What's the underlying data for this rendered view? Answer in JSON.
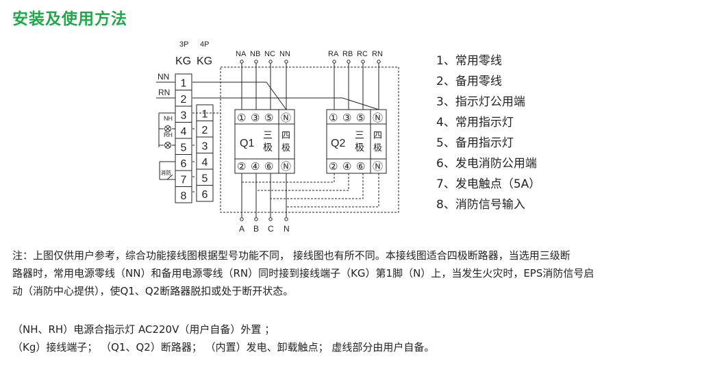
{
  "title": "安装及使用方法",
  "diagram": {
    "header_3p": "3P",
    "header_4p": "4P",
    "header_kg_left": "KG",
    "header_kg_right": "KG",
    "left_labels": {
      "nn": "NN",
      "rn": "RN",
      "nh": "NH",
      "rh": "RH",
      "fire": "消防"
    },
    "left_terminals": [
      "1",
      "2",
      "3",
      "4",
      "5",
      "6",
      "7",
      "8"
    ],
    "right_terminals": [
      "1",
      "2",
      "3",
      "4",
      "5",
      "6"
    ],
    "top_q1_labels": [
      "NA",
      "NB",
      "NC",
      "NN"
    ],
    "top_q2_labels": [
      "RA",
      "RB",
      "RC",
      "RN"
    ],
    "bottom_labels": [
      "A",
      "B",
      "C",
      "N"
    ],
    "q1": {
      "name": "Q1",
      "three_pole": [
        "三",
        "极"
      ],
      "four_pole": [
        "四",
        "极"
      ],
      "top_circles": [
        "①",
        "③",
        "⑤",
        "Ⓝ"
      ],
      "bottom_circles": [
        "②",
        "④",
        "⑥",
        "Ⓝ"
      ]
    },
    "q2": {
      "name": "Q2",
      "three_pole": [
        "三",
        "极"
      ],
      "four_pole": [
        "四",
        "极"
      ],
      "top_circles": [
        "①",
        "③",
        "⑤",
        "Ⓝ"
      ],
      "bottom_circles": [
        "②",
        "④",
        "⑥",
        "Ⓝ"
      ]
    }
  },
  "legend": [
    "1、常用零线",
    "2、备用零线",
    "3、指示灯公用端",
    "4、常用指示灯",
    "5、备用指示灯",
    "6、发电消防公用端",
    "7、发电触点（5A）",
    "8、消防信号输入"
  ],
  "notes": {
    "paragraph": [
      "注：上图仅供用户参考，综合功能接线图根据型号功能不同，  接线图也有所不同。本接线图适合四极断路器，当选用三级断",
      "路器时，常用电源零线（NN）和备用电源零线（RN）同时接到接线端子（KG）第1脚（N）上，当发生火灾时，EPS消防信号启",
      "动（消防中心提供），使Q1、Q2断路器脱扣或处于断开状态。"
    ],
    "line_a": "（NH、RH）电源合指示灯 AC220V（用户自备）外置 ；",
    "line_b": "（Kg）接线端子；    （Q1、Q2）断路器；    （内置）发电、卸载触点；     虚线部分由用户自备。"
  }
}
